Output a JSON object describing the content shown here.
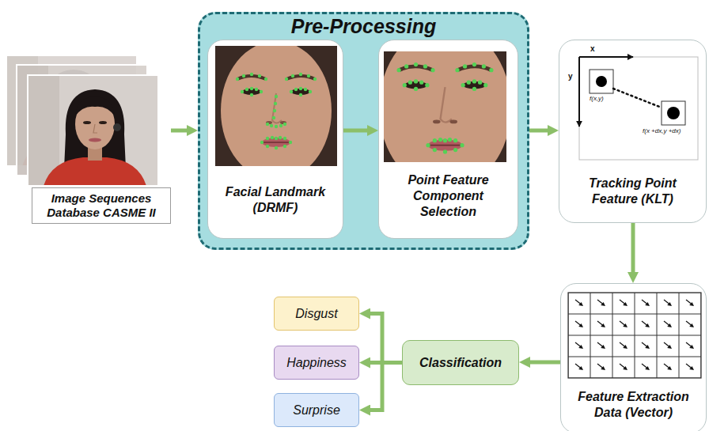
{
  "diagram": {
    "nodes": [
      {
        "text": [
          "Image Sequences Database CASME II"
        ]
      },
      {
        "text": [
          "Pre-Processing"
        ]
      },
      {
        "text": [
          "Facial Landmark (DRMF)"
        ],
        "in": 1
      },
      {
        "text": [
          "Point Feature Component Selection"
        ],
        "in": 1
      },
      {
        "text": [
          "Tracking Point Feature (KLT)"
        ]
      },
      {
        "text": [
          "Feature Extraction Data (Vector)"
        ]
      },
      {
        "text": [
          "Classification"
        ]
      },
      {
        "text": [
          "Disgust"
        ]
      },
      {
        "text": [
          "Happiness"
        ]
      },
      {
        "text": [
          "Surprise"
        ]
      }
    ],
    "edges": [
      {
        "from": 0,
        "to": 1,
        "arrow": "to"
      },
      {
        "from": 2,
        "to": 3,
        "arrow": "to"
      },
      {
        "from": 1,
        "to": 4,
        "arrow": "to"
      },
      {
        "from": 4,
        "to": 5,
        "arrow": "to"
      },
      {
        "from": 5,
        "to": 6,
        "arrow": "to"
      },
      {
        "from": 6,
        "to": 7,
        "arrow": "to"
      },
      {
        "from": 6,
        "to": 8,
        "arrow": "to"
      },
      {
        "from": 6,
        "to": 9,
        "arrow": "to"
      }
    ],
    "labels": [
      "x",
      "y",
      "f(x,y)",
      "f(x +dx,y +dx)"
    ]
  }
}
